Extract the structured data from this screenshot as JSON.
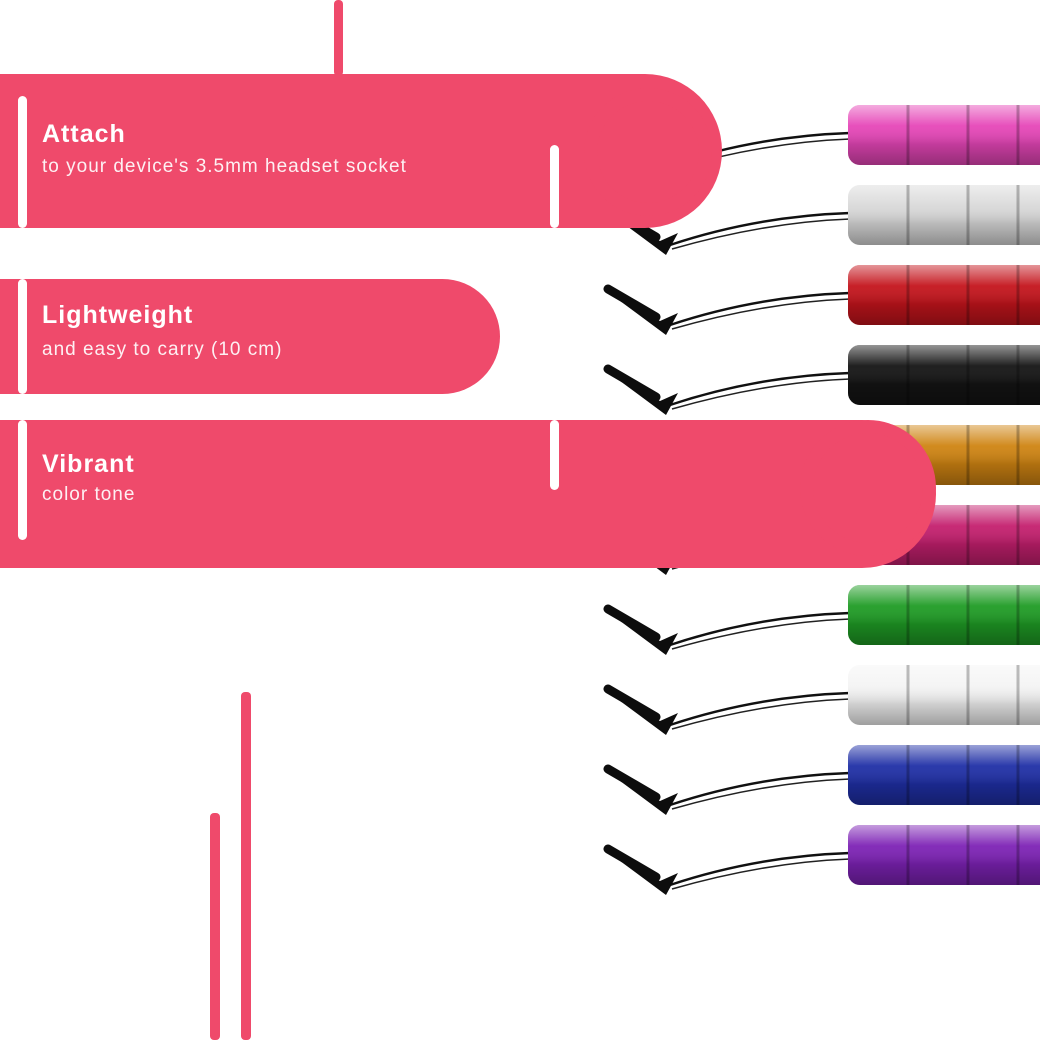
{
  "features": [
    {
      "title": "Attach",
      "subtitle": "to your device's 3.5mm headset socket"
    },
    {
      "title": "Lightweight",
      "subtitle": "and easy to carry (10 cm)"
    },
    {
      "title": "Vibrant",
      "subtitle": "color tone"
    }
  ],
  "colors": {
    "accent": "#ef4a6b",
    "text_on_accent": "#ffffff",
    "background": "#ffffff"
  },
  "product": {
    "stylus_colors": [
      {
        "name": "pink",
        "hex": "#e646b8"
      },
      {
        "name": "silver",
        "hex": "#d9d9d9"
      },
      {
        "name": "red",
        "hex": "#c4141c"
      },
      {
        "name": "black",
        "hex": "#141414"
      },
      {
        "name": "orange",
        "hex": "#cf8412"
      },
      {
        "name": "magenta",
        "hex": "#c41f6e"
      },
      {
        "name": "green",
        "hex": "#1f9c25"
      },
      {
        "name": "white",
        "hex": "#f4f4f4"
      },
      {
        "name": "blue",
        "hex": "#1f2fa6"
      },
      {
        "name": "purple",
        "hex": "#7d22b5"
      }
    ]
  }
}
